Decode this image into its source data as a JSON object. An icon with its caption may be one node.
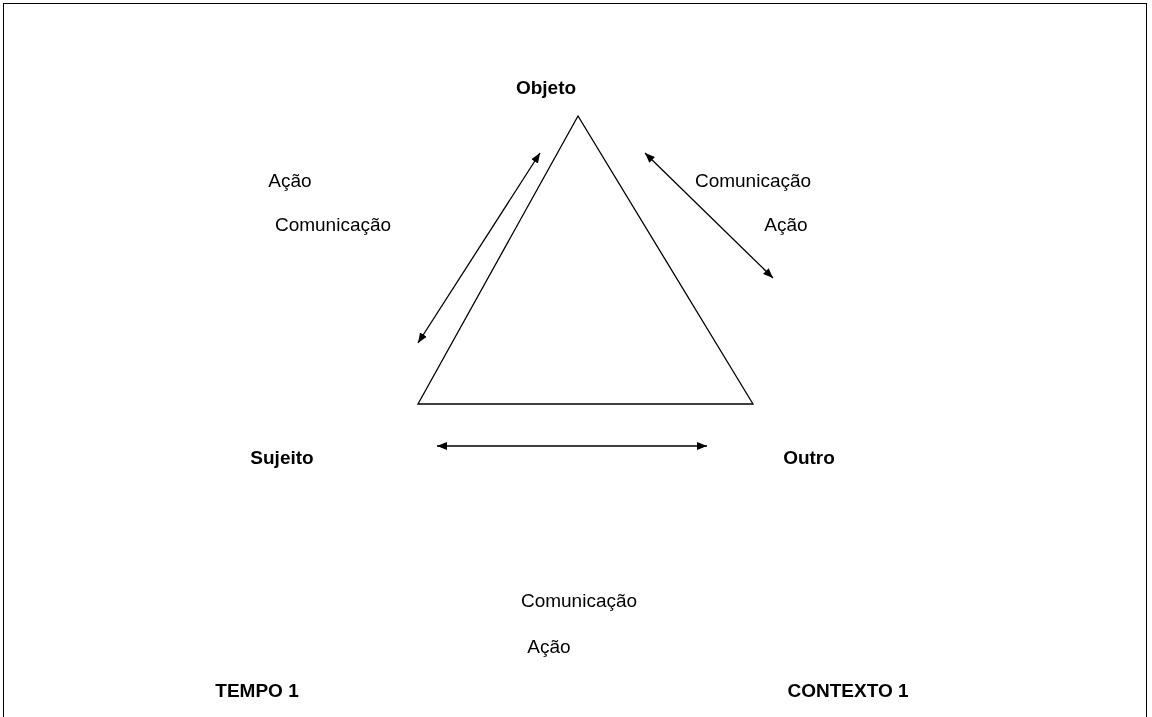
{
  "diagram": {
    "nodes": [
      {
        "text": [
          "Objeto"
        ]
      },
      {
        "text": [],
        "shape": "triangle"
      },
      {
        "text": [
          "Sujeito"
        ]
      },
      {
        "text": [
          "Outro"
        ]
      }
    ],
    "labels": [
      "Ação",
      "Comunicação",
      "Comunicação",
      "Ação",
      "Comunicação",
      "Ação",
      "TEMPO 1",
      "CONTEXTO 1"
    ]
  }
}
